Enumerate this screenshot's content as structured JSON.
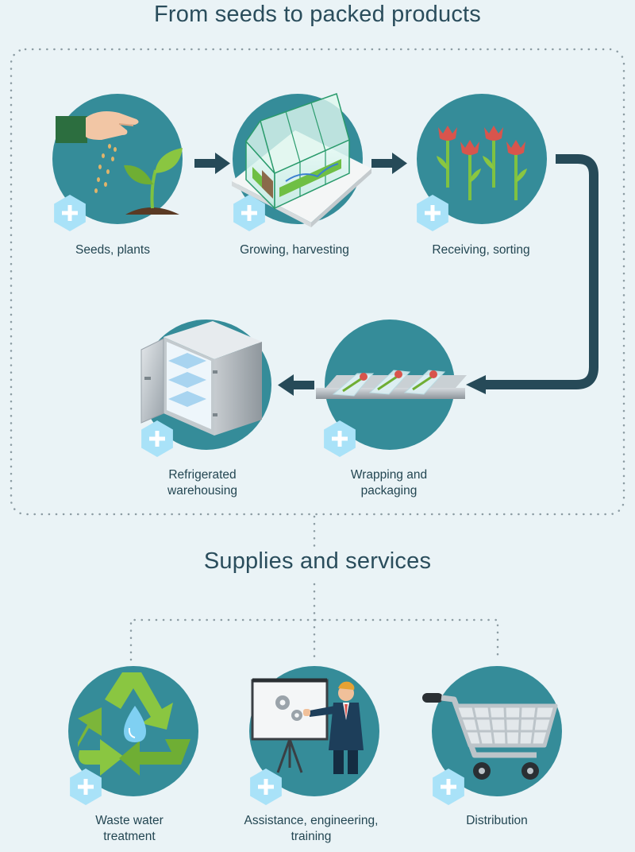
{
  "title": "From seeds to packed products",
  "subtitle": "Supplies and services",
  "colors": {
    "background": "#eaf3f6",
    "circle": "#358c99",
    "arrow": "#264a58",
    "hexagon": "#a9e2f8",
    "title_text": "#2a4d5c",
    "dotted_line": "#8c9ca3"
  },
  "stages": [
    {
      "id": "seeds",
      "label": "Seeds, plants",
      "icon": "seeds-hand-sprout-icon"
    },
    {
      "id": "growing",
      "label": "Growing, harvesting",
      "icon": "greenhouse-icon"
    },
    {
      "id": "receiving",
      "label": "Receiving, sorting",
      "icon": "tulips-icon"
    },
    {
      "id": "wrapping",
      "label": "Wrapping and packaging",
      "label_lines": [
        "Wrapping and",
        "packaging"
      ],
      "icon": "packaged-flowers-icon"
    },
    {
      "id": "refrigerated",
      "label": "Refrigerated warehousing",
      "label_lines": [
        "Refrigerated",
        "warehousing"
      ],
      "icon": "cold-storage-icon"
    }
  ],
  "services": [
    {
      "id": "waste",
      "label": "Waste water treatment",
      "label_lines": [
        "Waste water",
        "treatment"
      ],
      "icon": "recycle-water-drop-icon"
    },
    {
      "id": "assistance",
      "label": "Assistance, engineering, training",
      "label_lines": [
        "Assistance, engineering,",
        "training"
      ],
      "icon": "presenter-board-icon"
    },
    {
      "id": "distribution",
      "label": "Distribution",
      "icon": "shopping-cart-icon"
    }
  ],
  "badge_icon": "plus-hexagon-icon"
}
